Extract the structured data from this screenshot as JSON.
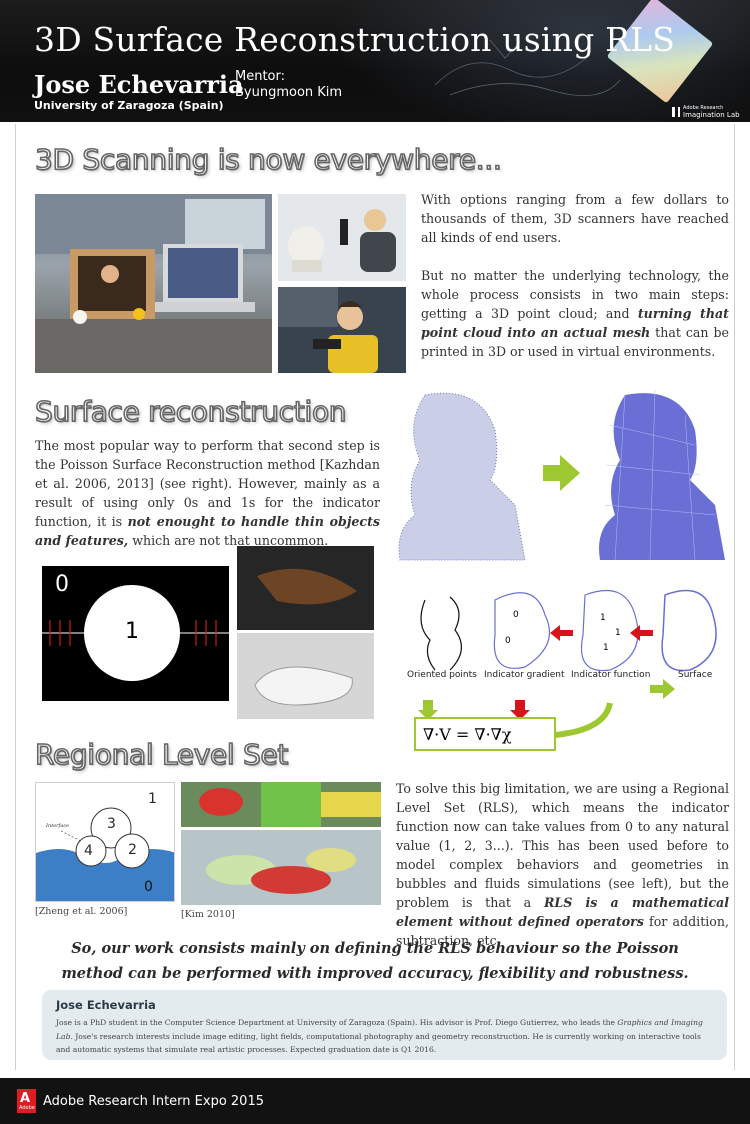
{
  "header": {
    "title": "3D Surface Reconstruction using RLS",
    "author": "Jose Echevarria",
    "affiliation": "University of Zaragoza (Spain)",
    "mentor_label": "Mentor:",
    "mentor_name": "Byungmoon Kim",
    "lab_line1": "Adobe Research",
    "lab_line2": "Imagination Lab"
  },
  "section1": {
    "title": "3D Scanning is now everywhere...",
    "para1": "With options ranging from a few dollars to thousands of them, 3D scanners have reached all kinds of end users.",
    "para2_a": "But no matter the underlying technology, the whole process consists in two main steps: getting a 3D point cloud; and ",
    "para2_b": "turning that point cloud into an actual mesh",
    "para2_c": " that can be printed in 3D or used in virtual environments."
  },
  "section2": {
    "title": "Surface reconstruction",
    "para_a": "The most popular way to perform that second step is the Poisson Surface Reconstruction method [Kazhdan et al. 2006, 2013] (see right). However, mainly as a result of using only 0s and 1s for the indicator function, it is ",
    "para_b": "not enought to handle thin objects and features,",
    "para_c": " which are not that uncommon.",
    "fig_zero": "0",
    "fig_one": "1"
  },
  "poisson": {
    "oriented_points": "Oriented points",
    "indicator_gradient": "Indicator gradient",
    "indicator_function": "Indicator function",
    "surface": "Surface"
  },
  "section3": {
    "title": "Regional Level Set",
    "para_a": "To solve this big limitation, we are using a Regional Level Set (RLS), which means the indicator function now can take values from 0 to any natural value (1, 2, 3...). This has been used before to model complex behaviors and geometries in bubbles and fluids simulations (see left), but the problem is that a ",
    "para_b": "RLS is a mathematical element without defined operators",
    "para_c": " for addition, subtraction, etc.",
    "caption_left": "[Zheng et al. 2006]",
    "caption_right": "[Kim 2010]",
    "region_labels": [
      "1",
      "3",
      "4",
      "2",
      "0"
    ],
    "interface_label": "Interface"
  },
  "summary": "So, our work consists mainly on defining the RLS behaviour so the Poisson method can be performed with improved accuracy, flexibility and robustness.",
  "bio": {
    "name": "Jose Echevarria",
    "text_a": "Jose is a PhD student in the Computer Science Department at University of Zaragoza (Spain). His advisor is Prof. Diego Gutierrez, who leads the ",
    "text_b": "Graphics and Imaging Lab",
    "text_c": ". Jose's research interests include image editing, light fields, computational photography and geometry reconstruction. He is currently working on interactive tools and automatic systems that simulate real artistic processes. Expected graduation date is Q1 2016."
  },
  "footer": {
    "expo": "Adobe Research Intern Expo 2015",
    "logo_text": "Adobe"
  }
}
